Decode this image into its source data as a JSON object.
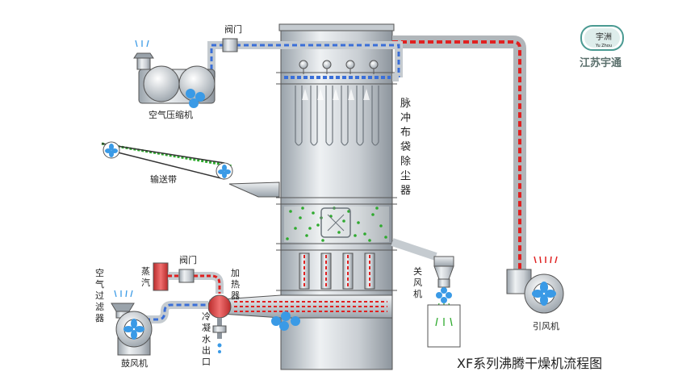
{
  "title": "XF系列沸腾干燥机流程图",
  "brand": {
    "name": "江苏宇通",
    "logo_mark": "宇洲",
    "logo_sub": "Yu Zhou",
    "color": "#4a9a92"
  },
  "labels": {
    "valve_top": "阀门",
    "air_compressor": "空气压缩机",
    "conveyor": "输送带",
    "dust_collector": "脉冲布袋除尘器",
    "steam": "蒸汽",
    "valve_bottom": "阀门",
    "heater": "加热器",
    "air_filter": "空气过滤器",
    "blower": "鼓风机",
    "condensate_outlet": "冷凝水出口",
    "rotary_valve": "关风机",
    "induced_fan": "引风机"
  },
  "colors": {
    "air_flow": "#3a6fd8",
    "exhaust_flow": "#e02020",
    "steam_box": "#d93a3a",
    "material": "#2eaa2e",
    "equipment": "#bcc3c9"
  }
}
